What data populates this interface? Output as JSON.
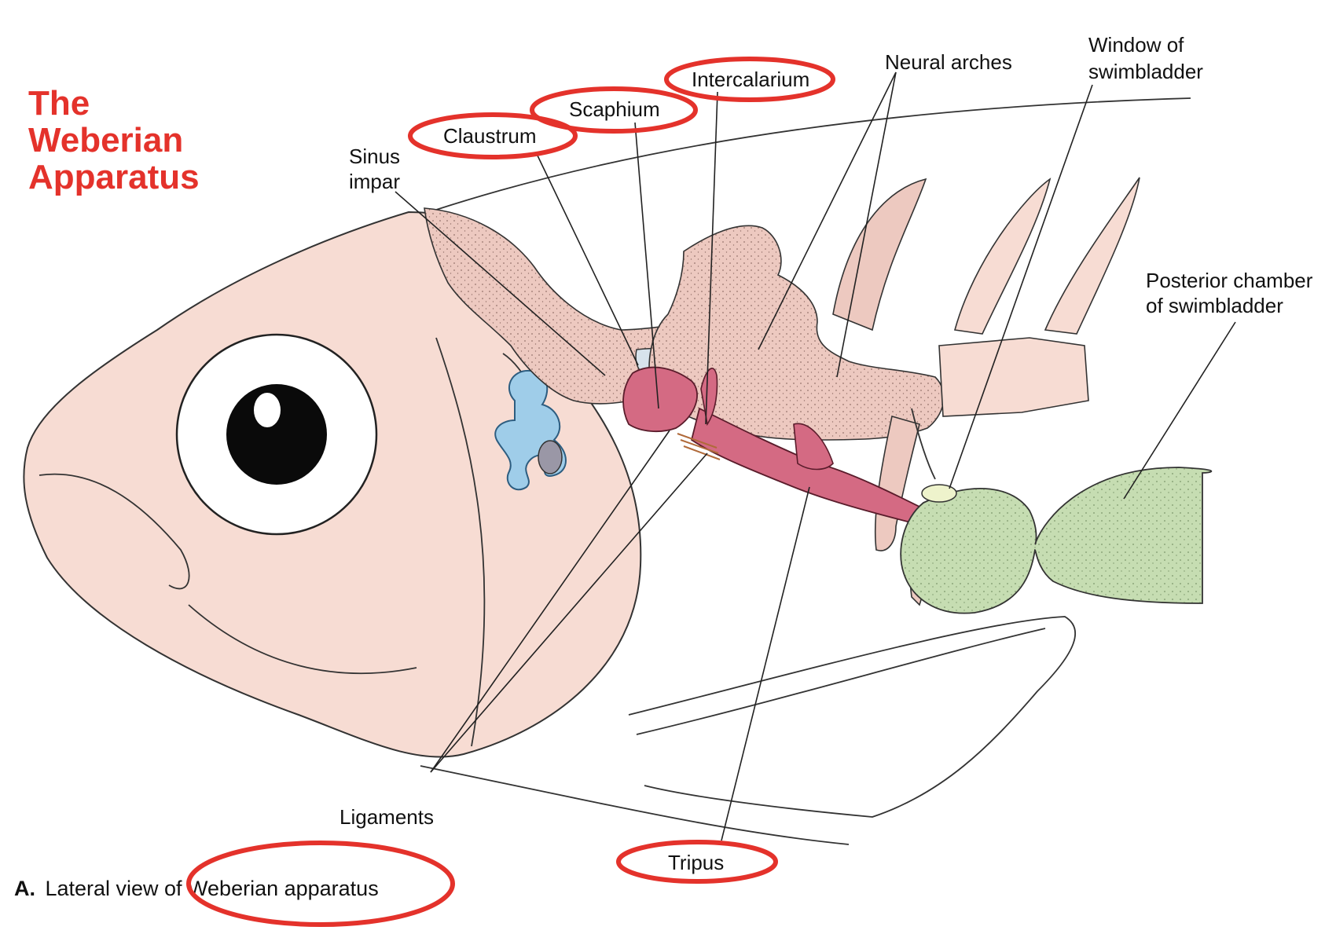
{
  "title": {
    "lines": [
      "The",
      "Weberian",
      "Apparatus"
    ],
    "color": "#e4322b"
  },
  "labels": {
    "sinus_impar": [
      "Sinus",
      "impar"
    ],
    "claustrum": "Claustrum",
    "scaphium": "Scaphium",
    "intercalarium": "Intercalarium",
    "neural_arches": "Neural arches",
    "window_of_swimbladder": [
      "Window of",
      "swimbladder"
    ],
    "posterior_chamber": [
      "Posterior chamber",
      "of swimbladder"
    ],
    "ligaments": "Ligaments",
    "tripus": "Tripus"
  },
  "caption": {
    "letter": "A.",
    "text": "Lateral view of Weberian apparatus"
  },
  "colors": {
    "highlight_circle": "#e4322b",
    "head_fill": "#f7dcd3",
    "bone_fill": "#edc9c0",
    "ossicle_fill": "#d46a83",
    "inner_ear_fill": "#9fcde9",
    "swimbladder_fill": "#c6ddb2",
    "sinus_fill": "#d7e3ec"
  }
}
